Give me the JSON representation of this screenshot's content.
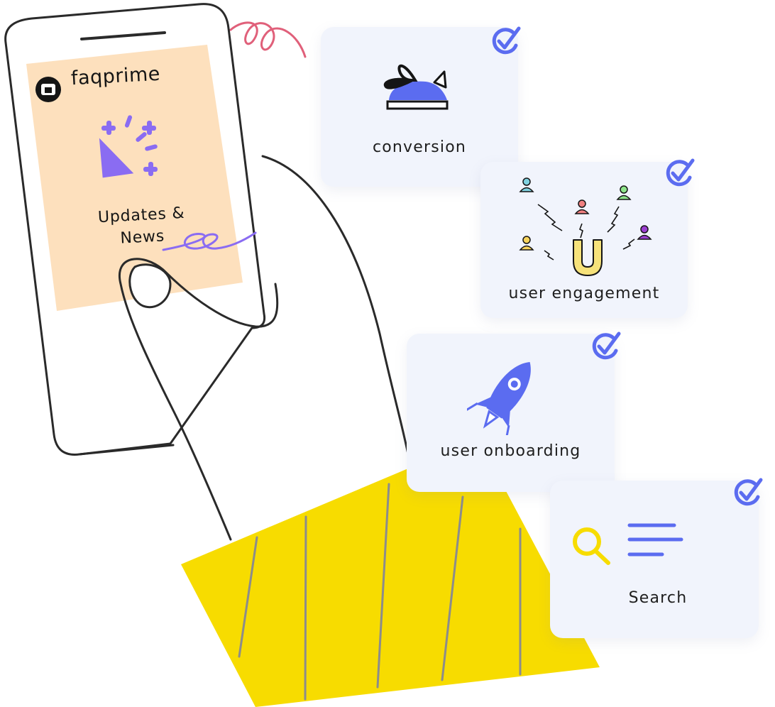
{
  "brand": {
    "name": "faqprime"
  },
  "phone": {
    "headline": "Updates & News"
  },
  "cards": {
    "conversion": {
      "label": "conversion"
    },
    "engagement": {
      "label": "user engagement"
    },
    "onboarding": {
      "label": "user onboarding"
    },
    "search": {
      "label": "Search"
    }
  },
  "colors": {
    "accent": "#5b6cf0",
    "purple": "#8a6cf2",
    "yellow": "#f7dc00",
    "peach": "#fde0bd",
    "pink": "#e0607a"
  },
  "icons": {
    "logo": "faqprime-logo-icon",
    "party": "party-popper-icon",
    "shoe": "sneaker-icon",
    "magnet": "magnet-icon",
    "rocket": "rocket-icon",
    "search": "magnifier-icon",
    "check": "check-icon"
  }
}
